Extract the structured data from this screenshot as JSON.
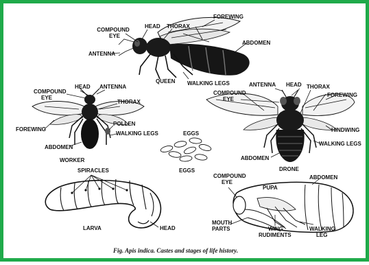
{
  "frame": {
    "border_color": "#1faa4a"
  },
  "figure": {
    "caption": "Fig. Apis indica. Castes and stages of life history.",
    "queen": {
      "title": "QUEEN",
      "compound_eye": "COMPOUND\nEYE",
      "head": "HEAD",
      "thorax": "THORAX",
      "forewing": "FOREWING",
      "antenna": "ANTENNA",
      "abdomen": "ABDOMEN",
      "walking_legs": "WALKING LEGS"
    },
    "worker": {
      "title": "WORKER",
      "head": "HEAD",
      "compound_eye": "COMPOUND\nEYE",
      "antenna": "ANTENNA",
      "thorax": "THORAX",
      "pollen": "POLLEN",
      "forewing": "FOREWING",
      "walking_legs": "WALKING LEGS",
      "abdomen": "ABDOMEN"
    },
    "drone": {
      "title": "DRONE",
      "compound_eye": "COMPOUND\nEYE",
      "antenna": "ANTENNA",
      "head": "HEAD",
      "thorax": "THORAX",
      "forewing": "FOREWING",
      "hindwing": "HINDWING",
      "walking_legs": "WALKING LEGS",
      "abdomen": "ABDOMEN"
    },
    "eggs": {
      "label_top": "EGGS",
      "title": "EGGS"
    },
    "larva": {
      "title": "LARVA",
      "spiracles": "SPIRACLES",
      "head": "HEAD"
    },
    "pupa": {
      "title": "PUPA",
      "compound_eye": "COMPOUND\nEYE",
      "abdomen": "ABDOMEN",
      "mouth_parts": "MOUTH\nPARTS",
      "wing_rudiments": "WING\nRUDIMENTS",
      "walking_leg": "WALKING\nLEG"
    }
  }
}
